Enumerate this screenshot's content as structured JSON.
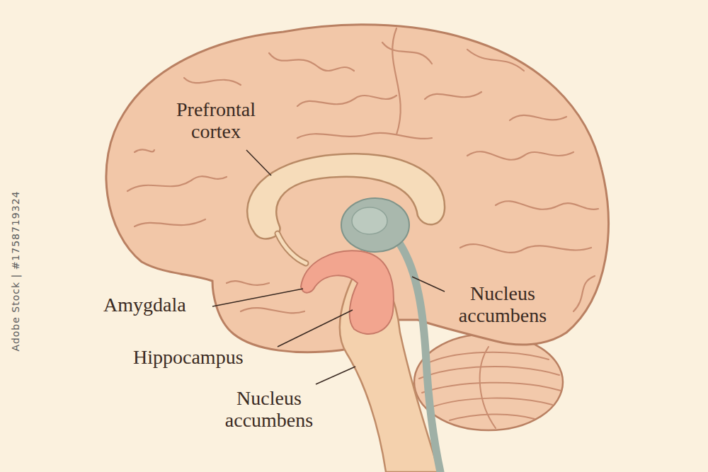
{
  "diagram": {
    "labels": [
      "Prefrontal cortex",
      "Amygdala",
      "Hippocampus",
      "Nucleus accumbens",
      "Nucleus accumbens",
      "Adobe Stock | #1758719324"
    ]
  }
}
